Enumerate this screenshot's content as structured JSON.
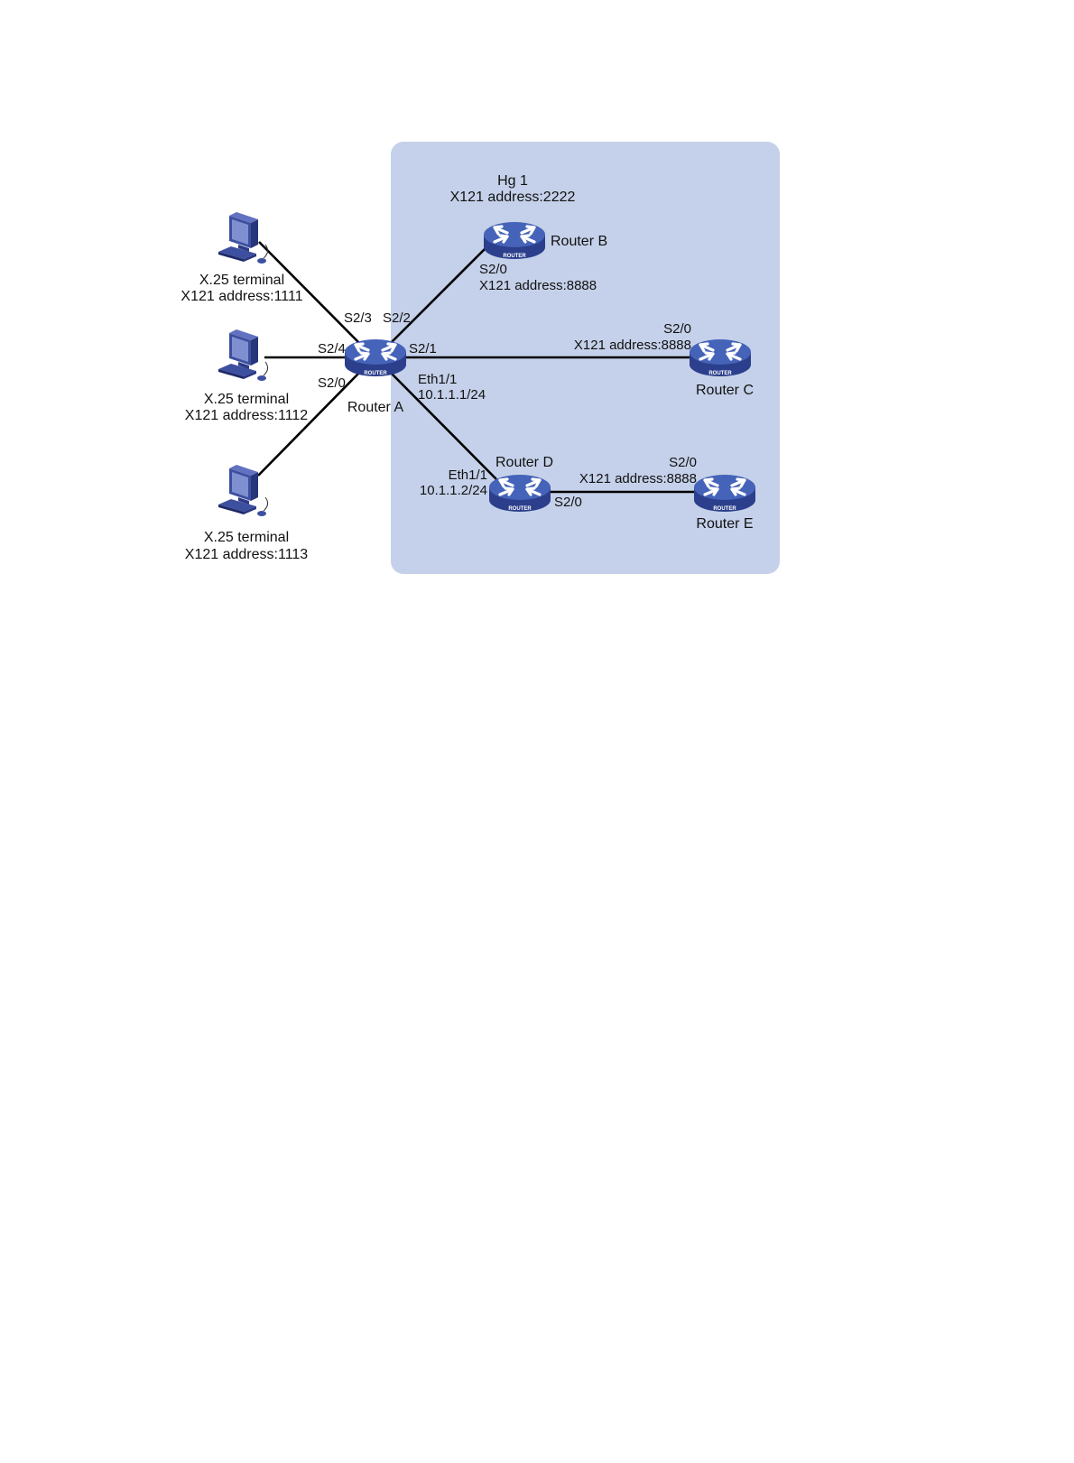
{
  "colors": {
    "region_fill": "#c5d1ea",
    "line": "#000000",
    "router_top": "#4563b8",
    "router_side": "#2b3f8c",
    "pc_blue": "#3d4f9f"
  },
  "icons": {
    "router": "router-icon",
    "terminal": "pc-terminal-icon"
  },
  "router_badge": "ROUTER",
  "terminals": [
    {
      "name": "X.25 terminal",
      "address": "X121 address:1111"
    },
    {
      "name": "X.25 terminal",
      "address": "X121 address:1112"
    },
    {
      "name": "X.25 terminal",
      "address": "X121 address:1113"
    }
  ],
  "routers": {
    "a": {
      "name": "Router A",
      "ports": {
        "s2_3": "S2/3",
        "s2_2": "S2/2",
        "s2_4": "S2/4",
        "s2_1": "S2/1",
        "s2_0": "S2/0",
        "eth": "Eth1/1",
        "ip": "10.1.1.1/24"
      }
    },
    "b": {
      "name": "Router B",
      "hg": "Hg 1",
      "hg_address": "X121 address:2222",
      "port": "S2/0",
      "address": "X121 address:8888"
    },
    "c": {
      "name": "Router C",
      "port": "S2/0",
      "address": "X121 address:8888"
    },
    "d": {
      "name": "Router D",
      "eth": "Eth1/1",
      "ip": "10.1.1.2/24",
      "port": "S2/0"
    },
    "e": {
      "name": "Router E",
      "port": "S2/0",
      "address": "X121 address:8888"
    }
  }
}
